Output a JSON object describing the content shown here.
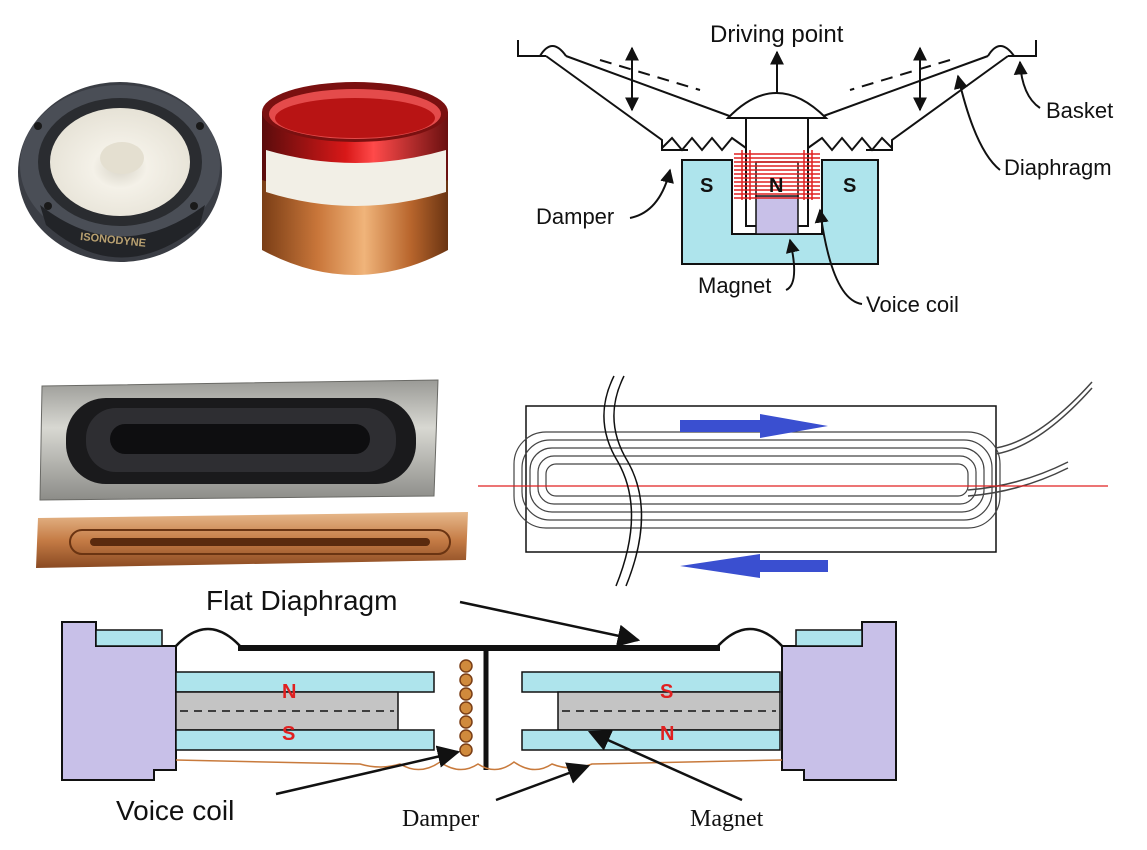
{
  "photos": {
    "round_speaker_brand": "ISONODYNE"
  },
  "top_diagram": {
    "driving_point": "Driving point",
    "basket": "Basket",
    "diaphragm": "Diaphragm",
    "damper": "Damper",
    "magnet": "Magnet",
    "voice_coil": "Voice coil",
    "pole_left": "S",
    "pole_center": "N",
    "pole_right": "S"
  },
  "bottom_diagram": {
    "flat_diaphragm": "Flat Diaphragm",
    "voice_coil": "Voice coil",
    "damper": "Damper",
    "magnet": "Magnet",
    "left_pole_top": "N",
    "left_pole_bottom": "S",
    "right_pole_top": "S",
    "right_pole_bottom": "N"
  },
  "colors": {
    "magnet_blue": "#aee4ec",
    "frame_purple": "#c8c0e8",
    "core_gray": "#c4c4c4",
    "coil_red": "#e02020",
    "arrow_blue": "#3a4fd0",
    "copper": "#c87a3c"
  }
}
